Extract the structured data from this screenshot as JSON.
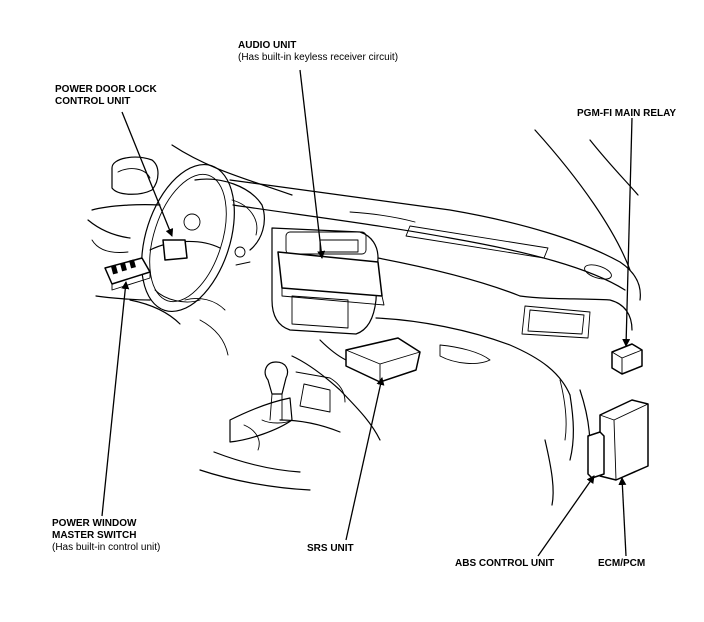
{
  "labels": {
    "audio_unit_title": "AUDIO UNIT",
    "audio_unit_note": "(Has built-in keyless receiver circuit)",
    "power_door_lock_line1": "POWER DOOR LOCK",
    "power_door_lock_line2": "CONTROL UNIT",
    "pgm_fi_main_relay": "PGM-FI MAIN RELAY",
    "power_window_line1": "POWER WINDOW",
    "power_window_line2": "MASTER SWITCH",
    "power_window_note": "(Has built-in control unit)",
    "srs_unit": "SRS UNIT",
    "abs_control_unit": "ABS CONTROL UNIT",
    "ecm_pcm": "ECM/PCM"
  }
}
